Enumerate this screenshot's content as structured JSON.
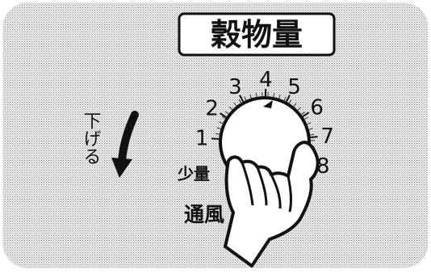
{
  "panel": {
    "title": "穀物量",
    "vertical_note": "下げる",
    "min_label": "少量",
    "mode_label_partial": "通風"
  },
  "dial": {
    "scale_labels": [
      "1",
      "2",
      "3",
      "4",
      "5",
      "6",
      "7",
      "8"
    ],
    "pointer_at": "4"
  },
  "icons": {
    "arrow": "arrow-down-icon",
    "hand": "hand-turning-knob-icon",
    "pointer": "triangle-pointer-icon"
  }
}
